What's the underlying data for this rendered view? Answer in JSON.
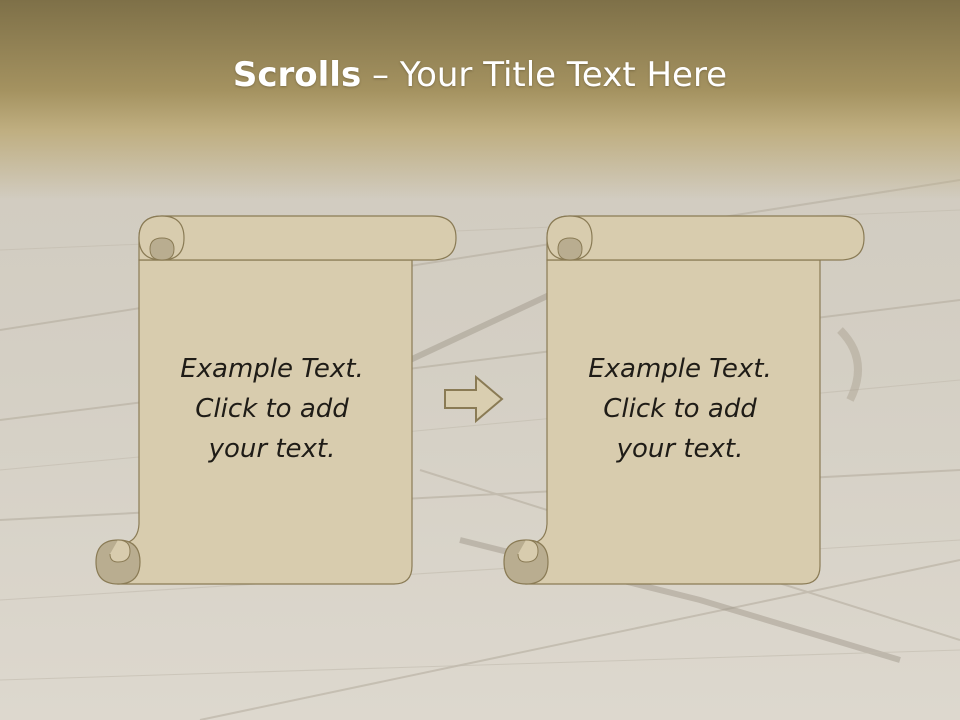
{
  "slide": {
    "title_bold": "Scrolls",
    "title_dash": " – ",
    "title_rest": "Your Title Text Here"
  },
  "scrolls": [
    {
      "lines": [
        "Example Text.",
        "Click  to add",
        "your text."
      ]
    },
    {
      "lines": [
        "Example Text.",
        "Click  to add",
        "your text."
      ]
    }
  ],
  "colors": {
    "scroll_fill": "#d8ccae",
    "scroll_curl": "#b9ad90",
    "scroll_stroke": "#8a7b55",
    "title_band": "#a49260",
    "arrow_fill": "#d9ceb0",
    "arrow_stroke": "#8a7b55"
  },
  "icons": {
    "arrow": "right-arrow-icon"
  }
}
